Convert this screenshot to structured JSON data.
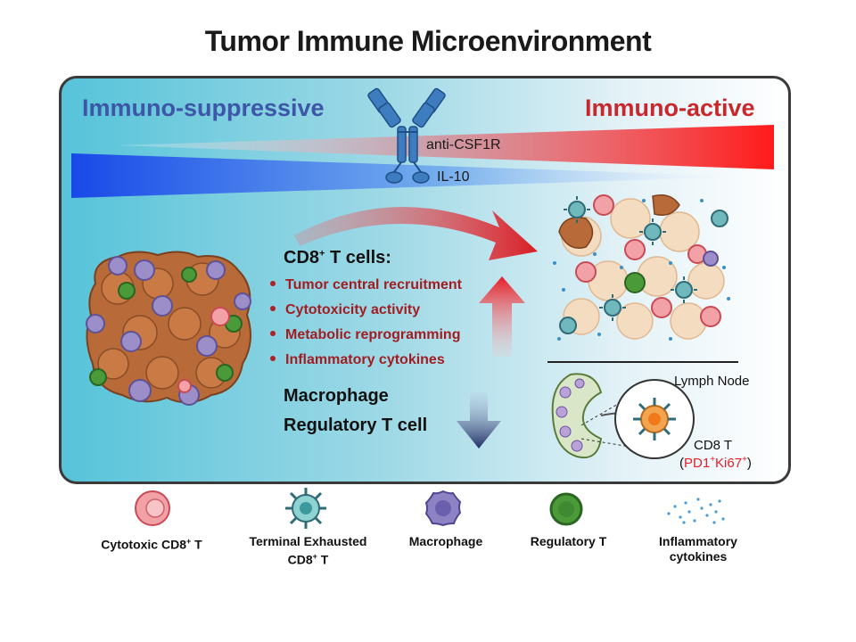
{
  "title": "Tumor Immune Microenvironment",
  "gradient": {
    "left_label": "Immuno-suppressive",
    "right_label": "Immuno-active",
    "drug_1": "anti-CSF1R",
    "drug_2": "IL-10"
  },
  "center": {
    "heading_main": "CD8",
    "heading_sup": "+",
    "heading_rest": " T cells:",
    "bullets": [
      "Tumor central recruitment",
      "Cytotoxicity activity",
      "Metabolic reprogramming",
      "Inflammatory cytokines"
    ],
    "down_1": "Macrophage",
    "down_2": "Regulatory T cell"
  },
  "lymph": {
    "label": "Lymph Node",
    "cell_label": "CD8 T",
    "open_paren": "(",
    "pd1": "PD1",
    "ki67": "Ki67",
    "sup_plus": "+",
    "close_paren": ")"
  },
  "legend": {
    "cytotoxic_main": "Cytotoxic  CD8",
    "cytotoxic_sup": "+",
    "cytotoxic_rest": " T",
    "exhausted_line1": "Terminal  Exhausted",
    "exhausted_main": "CD8",
    "exhausted_sup": "+",
    "exhausted_rest": " T",
    "macrophage": "Macrophage",
    "treg": "Regulatory T",
    "cyto_line1": "Inflammatory",
    "cyto_line2": "cytokines"
  },
  "colors": {
    "suppressive_blue": "#3d56a8",
    "active_red": "#c8282c",
    "bullet_red": "#a11d22",
    "panel_start": "#56c3d9"
  },
  "icons": [
    "antibody-icon",
    "tumor-cluster-icon",
    "active-cluster-icon",
    "lymph-node-icon",
    "cytotoxic-cell-icon",
    "exhausted-cell-icon",
    "macrophage-icon",
    "treg-icon",
    "cytokines-icon"
  ]
}
